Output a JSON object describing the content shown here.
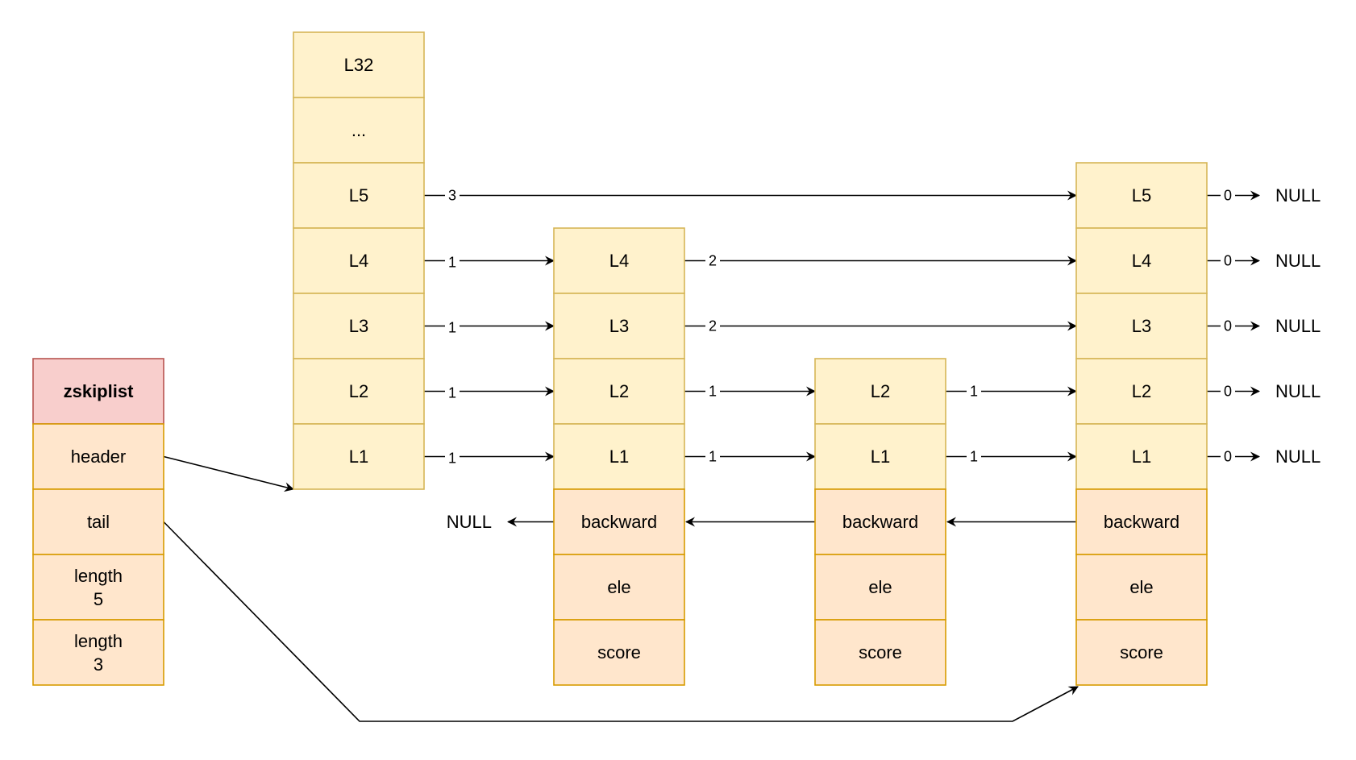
{
  "colors": {
    "level_fill": "#fff2cc",
    "level_stroke": "#d6b656",
    "field_fill": "#ffe6cc",
    "field_stroke": "#d79b00",
    "title_fill": "#f8cecc",
    "title_stroke": "#b85450",
    "arrow": "#000000"
  },
  "zskiplist": {
    "title": "zskiplist",
    "fields": [
      {
        "id": "header",
        "lines": [
          "header"
        ]
      },
      {
        "id": "tail",
        "lines": [
          "tail"
        ]
      },
      {
        "id": "length",
        "lines": [
          "length",
          "5"
        ]
      },
      {
        "id": "level",
        "lines": [
          "length",
          "3"
        ]
      }
    ]
  },
  "header_node": {
    "levels": [
      "L32",
      "...",
      "L5",
      "L4",
      "L3",
      "L2",
      "L1"
    ]
  },
  "nodes": [
    {
      "id": "node1",
      "levels": [
        "L4",
        "L3",
        "L2",
        "L1"
      ],
      "fields": [
        "backward",
        "ele",
        "score"
      ]
    },
    {
      "id": "node2",
      "levels": [
        "L2",
        "L1"
      ],
      "fields": [
        "backward",
        "ele",
        "score"
      ]
    },
    {
      "id": "node3",
      "levels": [
        "L5",
        "L4",
        "L3",
        "L2",
        "L1"
      ],
      "fields": [
        "backward",
        "ele",
        "score"
      ]
    }
  ],
  "null_label": "NULL",
  "forward_links": [
    {
      "level": "L5",
      "from": "header",
      "to": "node3",
      "span": "3"
    },
    {
      "level": "L4",
      "from": "header",
      "to": "node1",
      "span": "1"
    },
    {
      "level": "L4",
      "from": "node1",
      "to": "node3",
      "span": "2"
    },
    {
      "level": "L3",
      "from": "header",
      "to": "node1",
      "span": "1"
    },
    {
      "level": "L3",
      "from": "node1",
      "to": "node3",
      "span": "2"
    },
    {
      "level": "L2",
      "from": "header",
      "to": "node1",
      "span": "1"
    },
    {
      "level": "L2",
      "from": "node1",
      "to": "node2",
      "span": "1"
    },
    {
      "level": "L2",
      "from": "node2",
      "to": "node3",
      "span": "1"
    },
    {
      "level": "L1",
      "from": "header",
      "to": "node1",
      "span": "1"
    },
    {
      "level": "L1",
      "from": "node1",
      "to": "node2",
      "span": "1"
    },
    {
      "level": "L1",
      "from": "node2",
      "to": "node3",
      "span": "1"
    },
    {
      "level": "L5",
      "from": "node3",
      "to": "NULL",
      "span": "0"
    },
    {
      "level": "L4",
      "from": "node3",
      "to": "NULL",
      "span": "0"
    },
    {
      "level": "L3",
      "from": "node3",
      "to": "NULL",
      "span": "0"
    },
    {
      "level": "L2",
      "from": "node3",
      "to": "NULL",
      "span": "0"
    },
    {
      "level": "L1",
      "from": "node3",
      "to": "NULL",
      "span": "0"
    }
  ],
  "backward_links": [
    {
      "from": "node1",
      "to": "NULL"
    },
    {
      "from": "node2",
      "to": "node1"
    },
    {
      "from": "node3",
      "to": "node2"
    }
  ]
}
